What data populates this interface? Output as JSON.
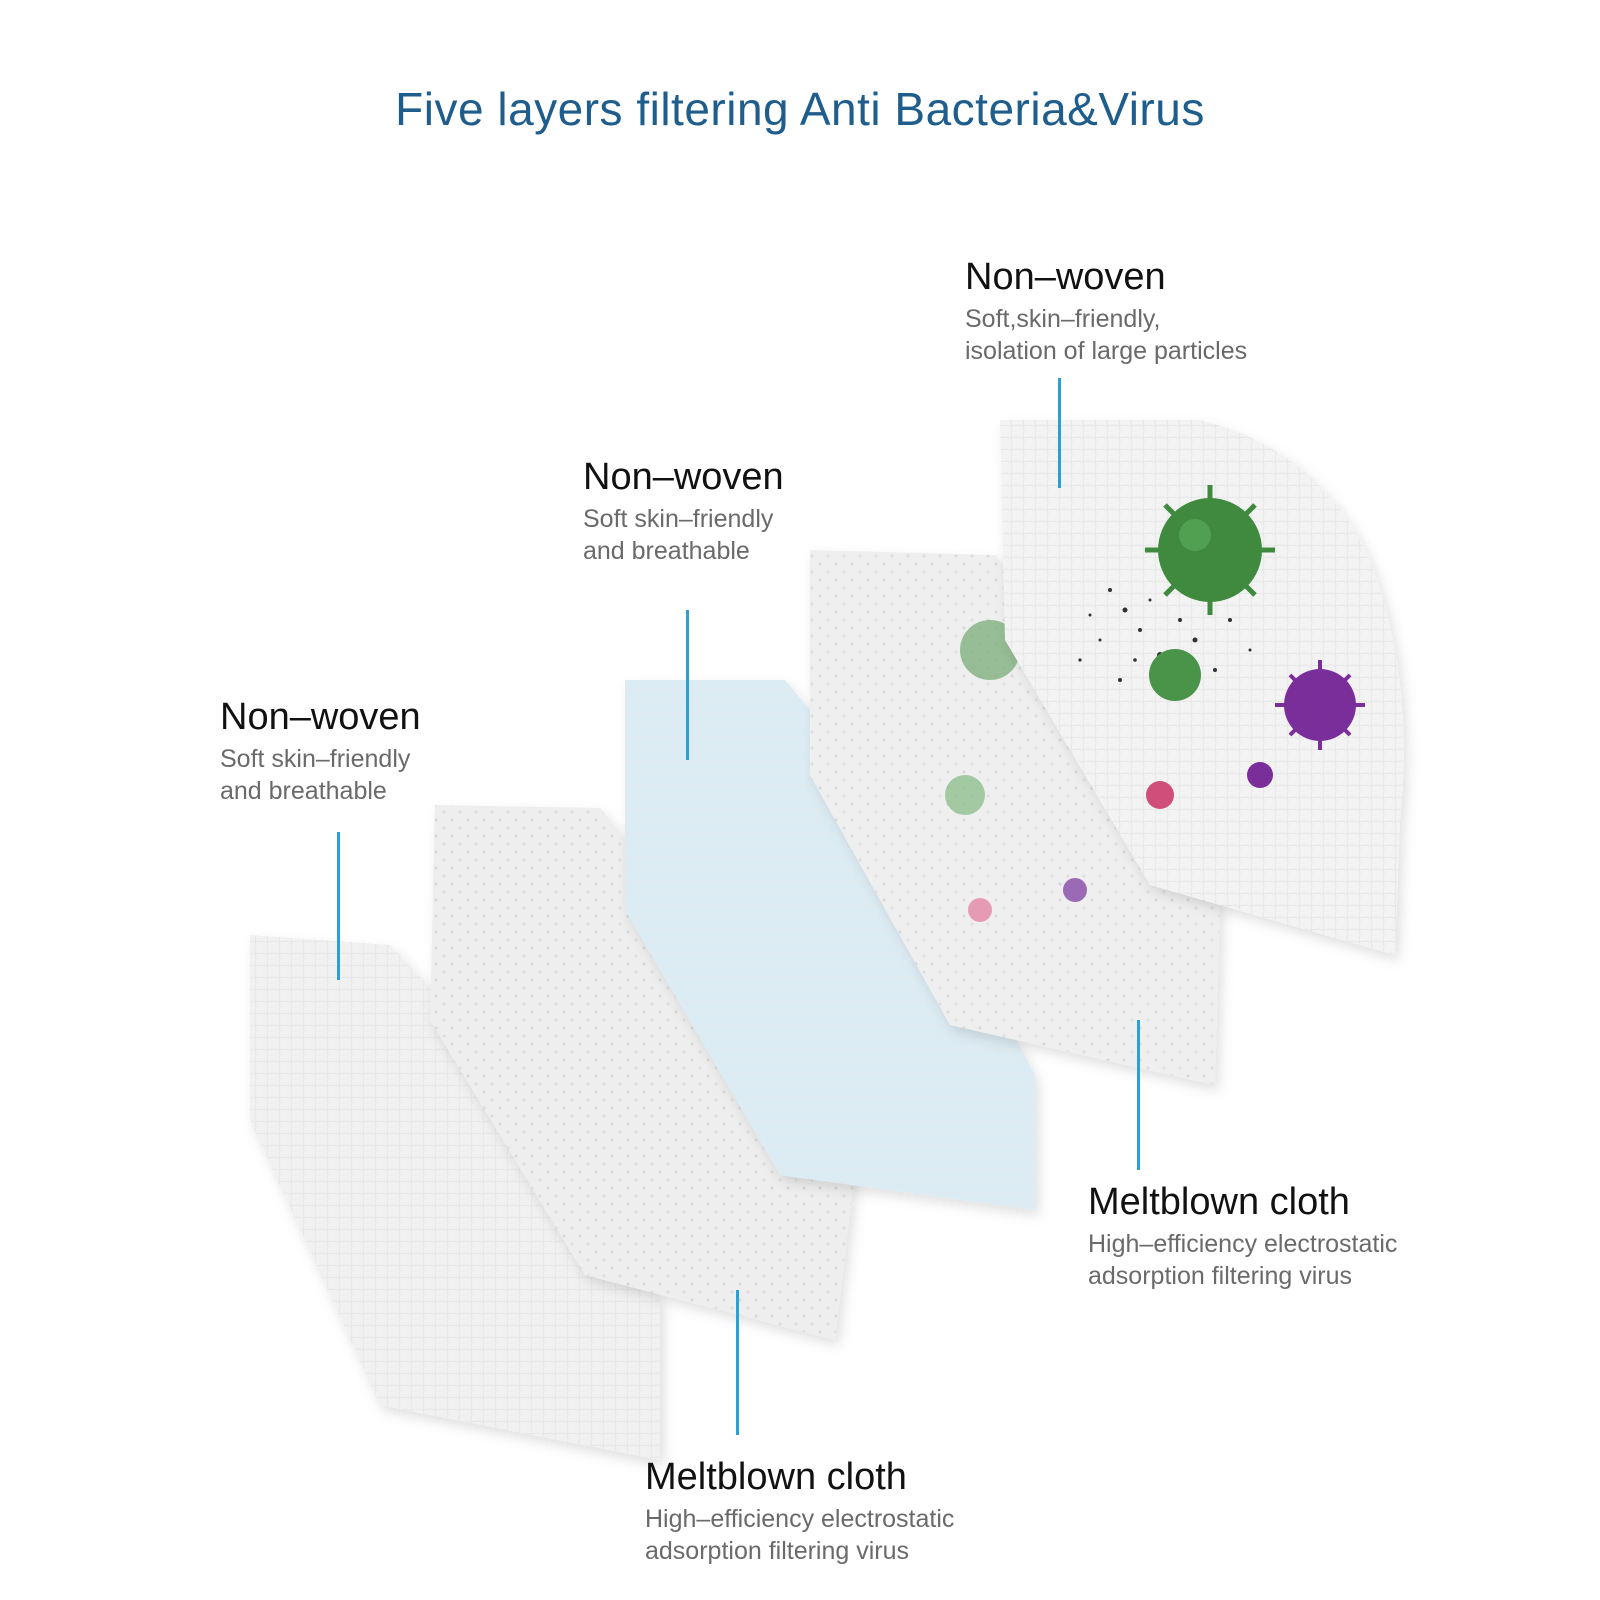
{
  "title": "Five layers filtering Anti Bacteria&Virus",
  "colors": {
    "title": "#1f5d8c",
    "connector": "#2aa1d5",
    "fabric_white": "#f2f2f2",
    "fabric_blue": "#dcecf4",
    "virus_green": "#3f8a3f",
    "virus_purple": "#7a2f9a",
    "virus_pink": "#d0507a"
  },
  "layers": [
    {
      "heading": "Non–woven",
      "desc": "Soft skin–friendly\nand breathable"
    },
    {
      "heading": "Meltblown cloth",
      "desc": "High–efficiency electrostatic\nadsorption filtering virus"
    },
    {
      "heading": "Non–woven",
      "desc": "Soft skin–friendly\nand breathable"
    },
    {
      "heading": "Meltblown cloth",
      "desc": "High–efficiency electrostatic\nadsorption filtering virus"
    },
    {
      "heading": "Non–woven",
      "desc": "Soft,skin–friendly,\nisolation of large particles"
    }
  ]
}
